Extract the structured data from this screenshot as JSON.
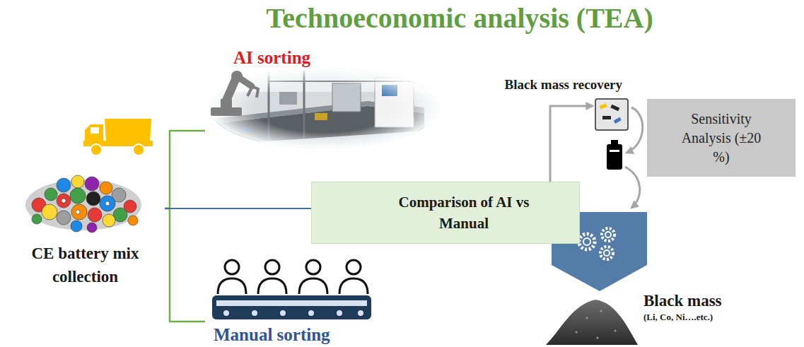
{
  "diagram": {
    "title": "Technoeconomic analysis (TEA)",
    "nodes": [
      {
        "text": [
          "CE battery mix collection"
        ]
      },
      {
        "text": [
          "AI sorting"
        ]
      },
      {
        "text": [
          "Comparison of AI vs Manual"
        ]
      },
      {
        "text": [
          "Manual sorting"
        ]
      },
      {
        "text": [
          "Black mass recovery"
        ]
      },
      {
        "text": [
          "Sensitivity Analysis (±20 %)"
        ]
      },
      {
        "text": [
          "Black mass",
          "(Li, Co, Ni….etc.)"
        ]
      }
    ],
    "edges": [
      {
        "from": 0,
        "to": 1,
        "arrow": "none"
      },
      {
        "from": 0,
        "to": 3,
        "arrow": "none"
      },
      {
        "from": 0,
        "to": 2,
        "arrow": "none"
      },
      {
        "from": 2,
        "to": 4,
        "arrow": "to"
      }
    ]
  }
}
